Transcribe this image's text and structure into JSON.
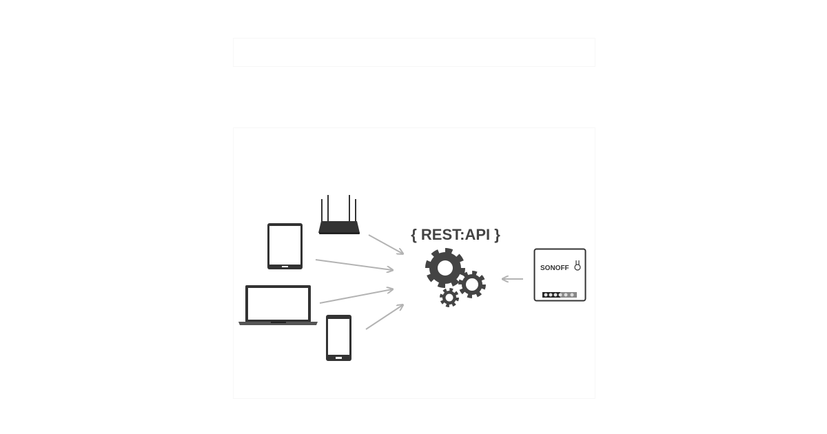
{
  "diagram": {
    "title": "{ REST:API }",
    "center_icon": "gears-icon",
    "clients": [
      "router",
      "tablet",
      "laptop",
      "smartphone"
    ],
    "device": {
      "brand_logo": "SONOFF"
    },
    "colors": {
      "icon": "#444444",
      "arrow": "#b3b3b3"
    }
  }
}
